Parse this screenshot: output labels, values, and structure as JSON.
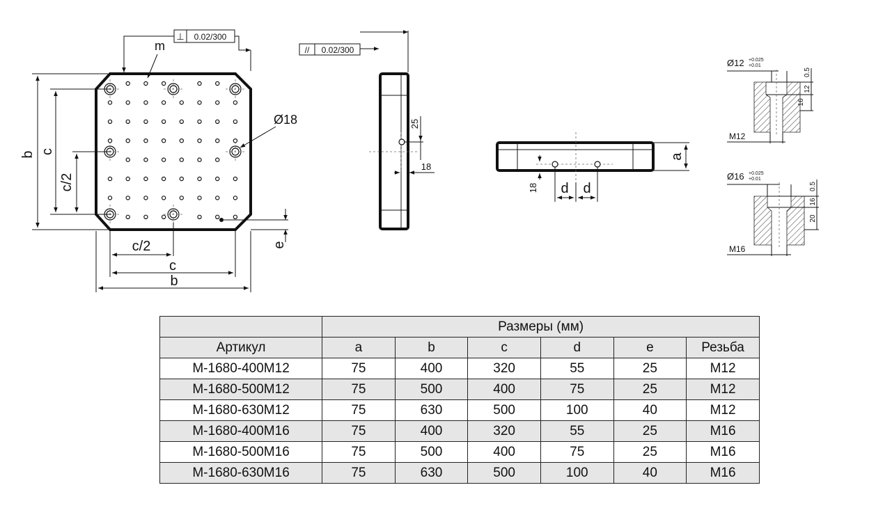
{
  "drawing": {
    "perpendicularity_tolerance": "0.02/300",
    "parallelism_tolerance": "0.02/300",
    "perpendicularity_symbol": "⊥",
    "parallelism_symbol": "//",
    "hole_label": "m",
    "bore_label": "Ø18",
    "dim_b": "b",
    "dim_c": "c",
    "dim_c_half": "c/2",
    "dim_e": "e",
    "dim_a": "a",
    "dim_d": "d",
    "side_dim_25": "25",
    "side_dim_18": "18",
    "edge_dim_18": "18",
    "detail_m12": {
      "bore": "Ø12",
      "tol_upper": "+0.025",
      "tol_lower": "+0.01",
      "dim_top": "0.5",
      "dim_mid": "12",
      "dim_low": "16",
      "thread": "M12"
    },
    "detail_m16": {
      "bore": "Ø16",
      "tol_upper": "+0.025",
      "tol_lower": "+0.01",
      "dim_top": "0.5",
      "dim_mid": "16",
      "dim_low": "20",
      "thread": "M16"
    }
  },
  "table": {
    "group_header": "Размеры (мм)",
    "columns": [
      "Артикул",
      "a",
      "b",
      "c",
      "d",
      "e",
      "Резьба"
    ],
    "rows": [
      [
        "M-1680-400M12",
        "75",
        "400",
        "320",
        "55",
        "25",
        "M12"
      ],
      [
        "M-1680-500M12",
        "75",
        "500",
        "400",
        "75",
        "25",
        "M12"
      ],
      [
        "M-1680-630M12",
        "75",
        "630",
        "500",
        "100",
        "40",
        "M12"
      ],
      [
        "M-1680-400M16",
        "75",
        "400",
        "320",
        "55",
        "25",
        "M16"
      ],
      [
        "M-1680-500M16",
        "75",
        "500",
        "400",
        "75",
        "25",
        "M16"
      ],
      [
        "M-1680-630M16",
        "75",
        "630",
        "500",
        "100",
        "40",
        "M16"
      ]
    ]
  }
}
